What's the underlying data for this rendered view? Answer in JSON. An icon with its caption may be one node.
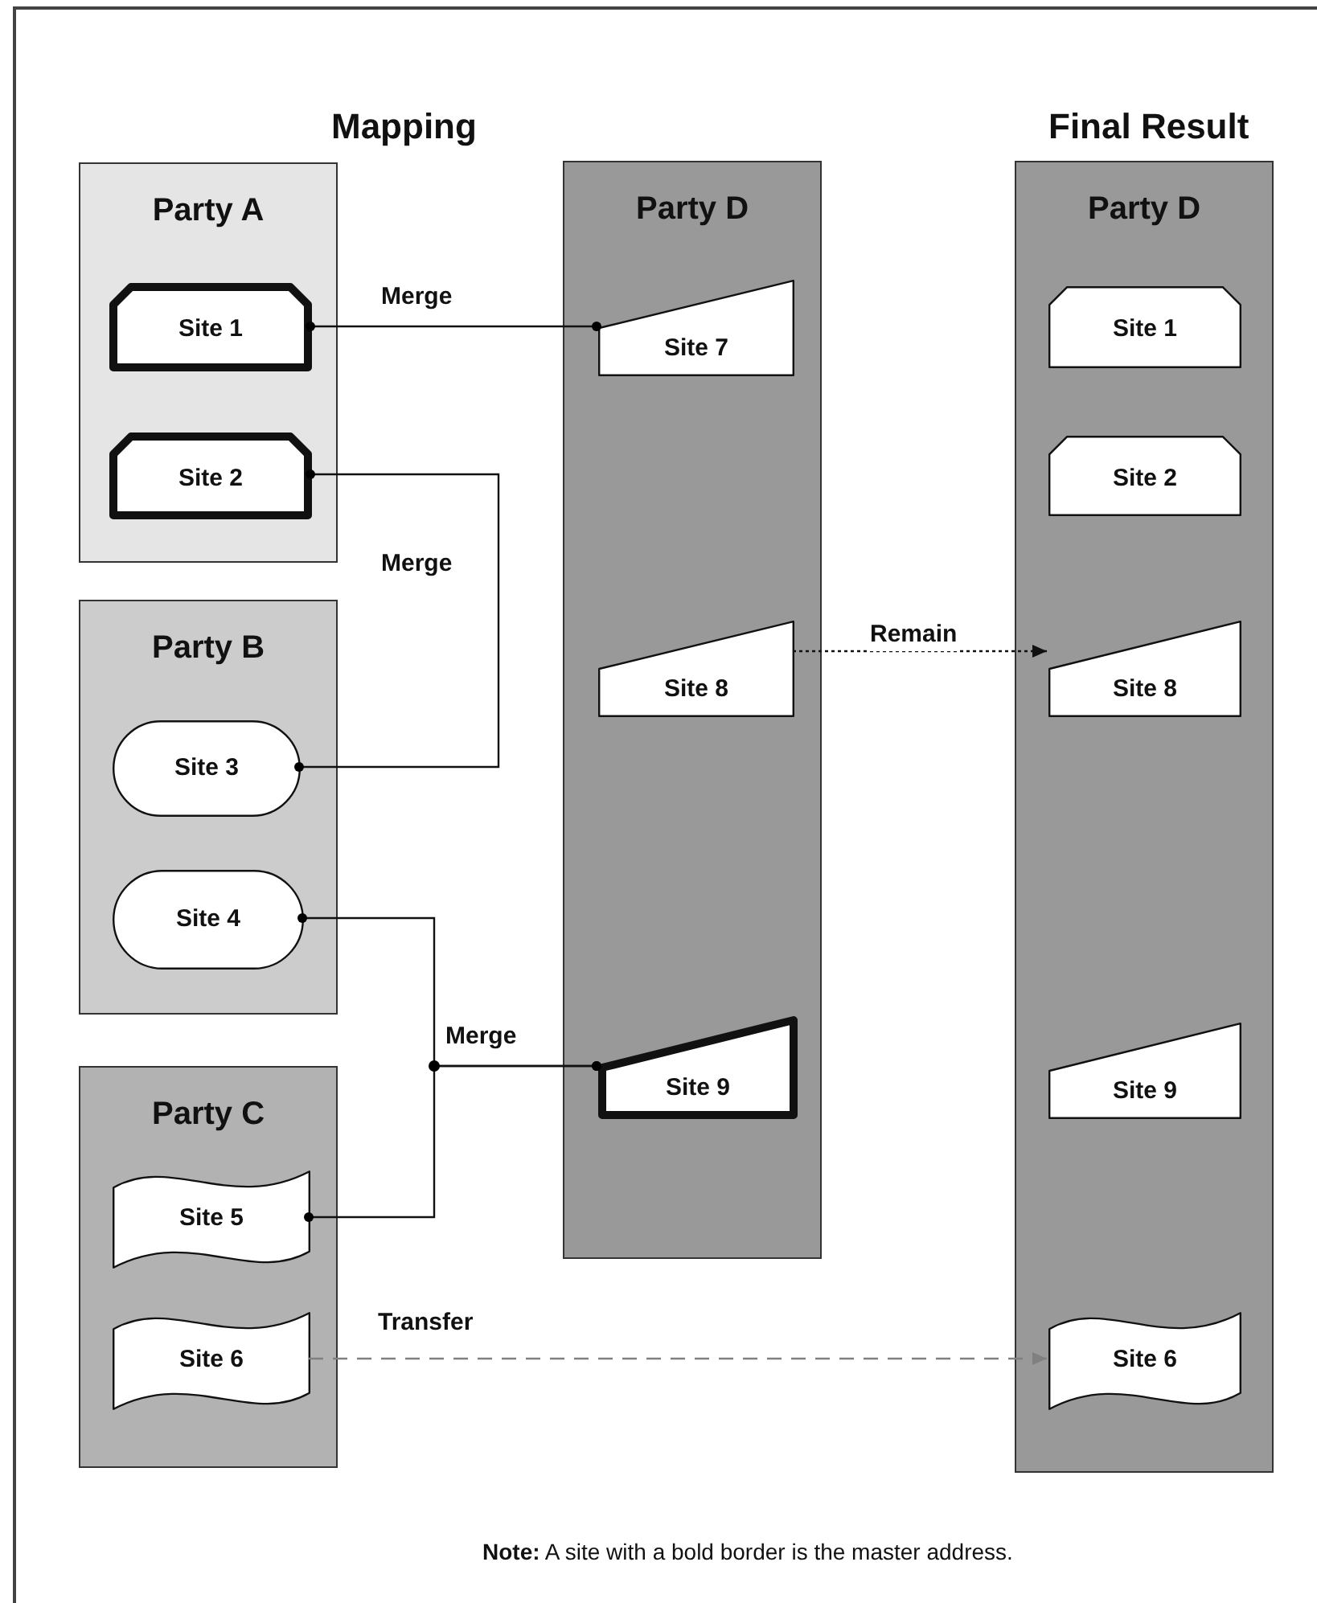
{
  "diagram": {
    "nodes": [
      {
        "text": [
          "Party A"
        ]
      },
      {
        "text": [
          "Site 1"
        ],
        "in": 0
      },
      {
        "text": [
          "Site 2"
        ],
        "in": 0
      },
      {
        "text": [
          "Party B"
        ]
      },
      {
        "text": [
          "Site 3"
        ],
        "in": 3
      },
      {
        "text": [
          "Site 4"
        ],
        "in": 3
      },
      {
        "text": [
          "Party C"
        ]
      },
      {
        "text": [
          "Site 5"
        ],
        "in": 6
      },
      {
        "text": [
          "Site 6"
        ],
        "in": 6
      },
      {
        "text": [
          "Party D"
        ]
      },
      {
        "text": [
          "Site 7"
        ],
        "in": 9
      },
      {
        "text": [
          "Site 8"
        ],
        "in": 9
      },
      {
        "text": [
          "Site 9"
        ],
        "in": 9
      },
      {
        "text": [
          "Party D"
        ]
      },
      {
        "text": [
          "Site 1"
        ],
        "in": 13
      },
      {
        "text": [
          "Site 2"
        ],
        "in": 13
      },
      {
        "text": [
          "Site 8"
        ],
        "in": 13
      },
      {
        "text": [
          "Site 9"
        ],
        "in": 13
      },
      {
        "text": [
          "Site 6"
        ],
        "in": 13
      }
    ],
    "edges": [
      {
        "from": 1,
        "to": 10,
        "arrow": "other",
        "label": "Merge"
      },
      {
        "from": 2,
        "to": 4,
        "arrow": "other",
        "label": "Merge"
      },
      {
        "from": 5,
        "to": 12,
        "arrow": "other",
        "label": "Merge"
      },
      {
        "from": 7,
        "to": 12,
        "arrow": "other"
      },
      {
        "from": 11,
        "to": 16,
        "arrow": "to",
        "label": "Remain",
        "style": "dashed"
      },
      {
        "from": 8,
        "to": 18,
        "arrow": "to",
        "label": "Transfer",
        "style": "dashed",
        "color": "#808080"
      }
    ],
    "labels": [
      "Mapping",
      "Final Result",
      "**Note:** A site with a bold border is the master address."
    ]
  }
}
